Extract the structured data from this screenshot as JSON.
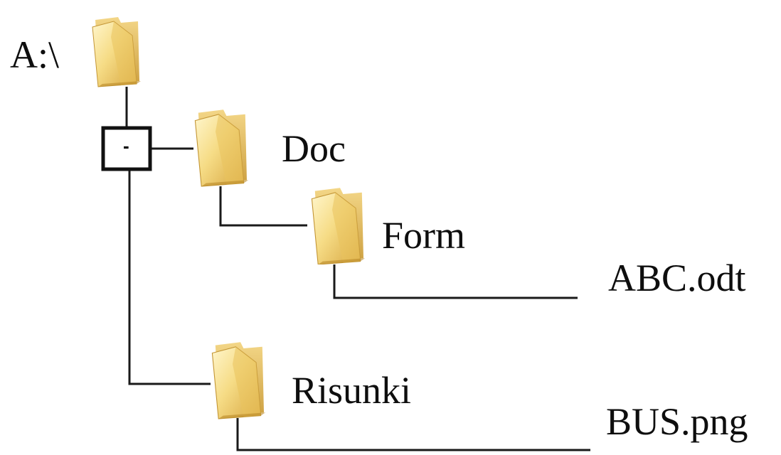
{
  "tree": {
    "root": {
      "label": "A:\\",
      "icon": "folder-icon"
    },
    "nodes": [
      {
        "key": "doc",
        "label": "Doc",
        "type": "folder",
        "icon": "folder-icon",
        "collapse_toggle": "-"
      },
      {
        "key": "form",
        "label": "Form",
        "type": "folder",
        "icon": "folder-icon"
      },
      {
        "key": "abc",
        "label": "ABC.odt",
        "type": "file"
      },
      {
        "key": "risunki",
        "label": "Risunki",
        "type": "folder",
        "icon": "folder-icon"
      },
      {
        "key": "bus",
        "label": "BUS.png",
        "type": "file"
      }
    ]
  },
  "colors": {
    "line": "#1a1a1a",
    "folder_light": "#fbefb4",
    "folder_mid": "#f0cf6a",
    "folder_dark": "#c99a2e",
    "folder_edge": "#b8892a"
  }
}
